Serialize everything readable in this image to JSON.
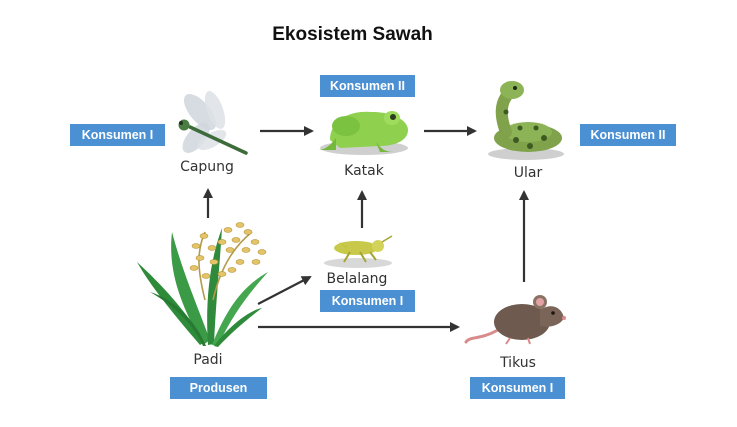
{
  "title": "Ekosistem Sawah",
  "organisms": {
    "padi": {
      "name": "Padi",
      "role": "Produsen",
      "icon": "rice-plant-icon"
    },
    "capung": {
      "name": "Capung",
      "role": "Konsumen I",
      "icon": "dragonfly-icon"
    },
    "belalang": {
      "name": "Belalang",
      "role": "Konsumen I",
      "icon": "grasshopper-icon"
    },
    "tikus": {
      "name": "Tikus",
      "role": "Konsumen I",
      "icon": "rat-icon"
    },
    "katak": {
      "name": "Katak",
      "role": "Konsumen II",
      "icon": "frog-icon"
    },
    "ular": {
      "name": "Ular",
      "role": "Konsumen II",
      "icon": "snake-icon"
    }
  },
  "flows": [
    {
      "from": "Padi",
      "to": "Capung"
    },
    {
      "from": "Padi",
      "to": "Belalang"
    },
    {
      "from": "Padi",
      "to": "Tikus"
    },
    {
      "from": "Capung",
      "to": "Katak"
    },
    {
      "from": "Belalang",
      "to": "Katak"
    },
    {
      "from": "Katak",
      "to": "Ular"
    },
    {
      "from": "Tikus",
      "to": "Ular"
    }
  ],
  "colors": {
    "badge": "#4a90d2",
    "badge_text": "#ffffff",
    "arrow": "#333333"
  }
}
